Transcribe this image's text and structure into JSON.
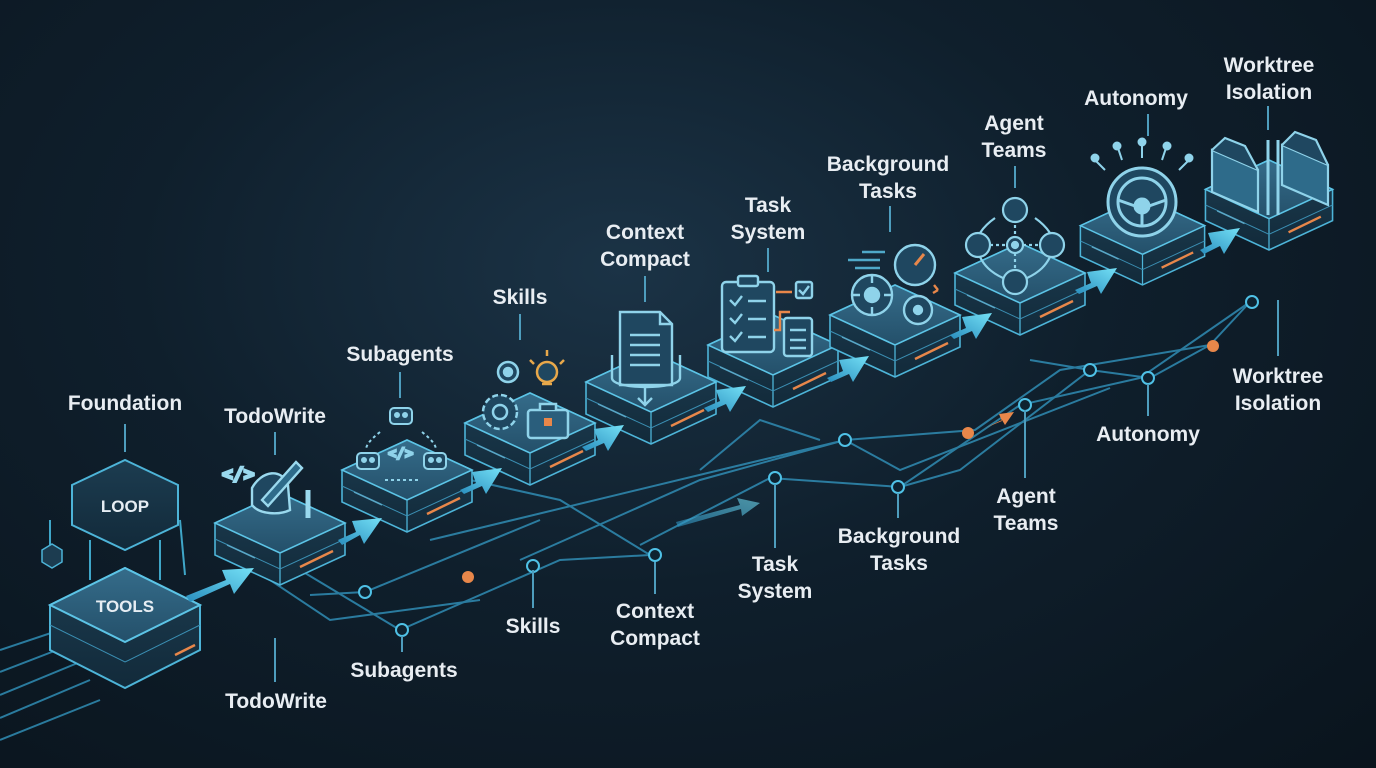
{
  "diagram": {
    "title": "Agent architecture progression",
    "top_labels": {
      "foundation": "Foundation",
      "todowrite": "TodoWrite",
      "subagents": "Subagents",
      "skills": "Skills",
      "context_1": "Context",
      "context_2": "Compact",
      "task_1": "Task",
      "task_2": "System",
      "background_1": "Background",
      "background_2": "Tasks",
      "agent_1": "Agent",
      "agent_2": "Teams",
      "autonomy": "Autonomy",
      "worktree_1": "Worktree",
      "worktree_2": "Isolation"
    },
    "bottom_labels": {
      "todowrite": "TodoWrite",
      "subagents": "Subagents",
      "skills": "Skills",
      "context_1": "Context",
      "context_2": "Compact",
      "task_1": "Task",
      "task_2": "System",
      "background_1": "Background",
      "background_2": "Tasks",
      "agent_1": "Agent",
      "agent_2": "Teams",
      "autonomy": "Autonomy",
      "worktree_1": "Worktree",
      "worktree_2": "Isolation"
    },
    "foundation_blocks": {
      "loop": "LOOP",
      "tools": "TOOLS"
    },
    "colors": {
      "background": "#0f1f2c",
      "block_top": "#2d5f7c",
      "block_side": "#173447",
      "accent_cyan": "#5ad2ee",
      "accent_orange": "#e8874a",
      "line": "#3fa6c8"
    }
  }
}
